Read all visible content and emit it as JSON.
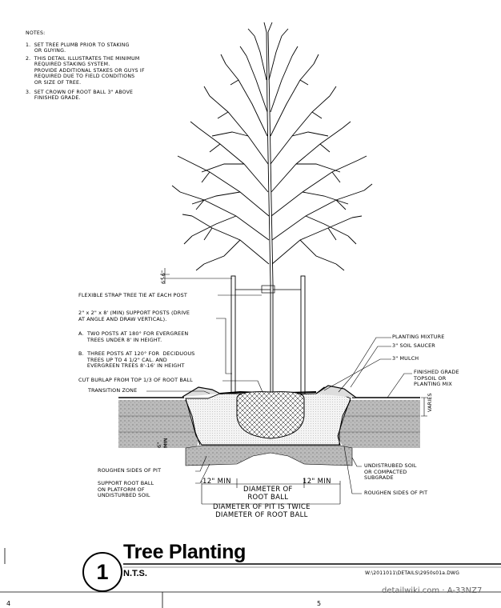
{
  "notes": {
    "heading": "NOTES:",
    "items": [
      "1.  SET TREE PLUMB PRIOR TO STAKING\n     OR GUYING.",
      "2.  THIS DETAIL ILLUSTRATES THE MINIMUM\n     REQUIRED STAKING SYSTEM.\n     PROVIDE ADDITIONAL STAKES OR GUYS IF\n     REQUIRED DUE TO FIELD CONDITIONS\n     OR SIZE OF TREE.",
      "3.  SET CROWN OF ROOT BALL 3\" ABOVE\n     FINISHED GRADE."
    ]
  },
  "labels": {
    "strap": "FLEXIBLE STRAP TREE TIE AT EACH POST",
    "posts": "2\" x 2\" x 8' (MIN) SUPPORT POSTS (DRIVE\nAT ANGLE AND DRAW VERTICAL).",
    "posts_a": "A.  TWO POSTS AT 180° FOR EVERGREEN\n     TREES UNDER 8' IN HEIGHT.",
    "posts_b": "B.  THREE POSTS AT 120° FOR  DECIDUOUS\n     TREES UP TO 4 1/2\" CAL. AND\n     EVERGREEN TREES 8'-16' IN HEIGHT",
    "burlap": "CUT BURLAP FROM TOP 1/3 OF ROOT BALL",
    "transition": "TRANSITION ZONE",
    "planting_mix": "PLANTING MIXTURE",
    "saucer": "3\" SOIL SAUCER",
    "mulch": "3\" MULCH",
    "finished_grade": "FINISHED GRADE\nTOPSOIL OR\nPLANTING MIX",
    "varies": "VARIES",
    "roughen_left": "ROUGHEN SIDES OF PIT",
    "support_ball": "SUPPORT ROOT BALL\nON PLATFORM OF\nUNDISTURBED SOIL",
    "undisturbed": "UNDISTRUBED SOIL\nOR COMPACTED\nSUBGRADE",
    "roughen_right": "ROUGHEN SIDES OF PIT",
    "dim_top": "6\"-6\"",
    "dim_min": "6\"\nMIN",
    "twelve_left": "12\" MIN",
    "twelve_right": "12\" MIN",
    "diam_ball": "DIAMETER OF\nROOT BALL",
    "diam_pit": "DIAMETER OF PIT IS TWICE\nDIAMETER OF ROOT BALL"
  },
  "title": {
    "number": "1",
    "name": "Tree Planting",
    "scale": "N.T.S."
  },
  "file_path": "W:\\2011011\\DETAILS\\2950s01a.DWG",
  "watermark": "detailwiki.com · A-33NZ7",
  "page_numbers": {
    "left": "4",
    "right": "5"
  }
}
